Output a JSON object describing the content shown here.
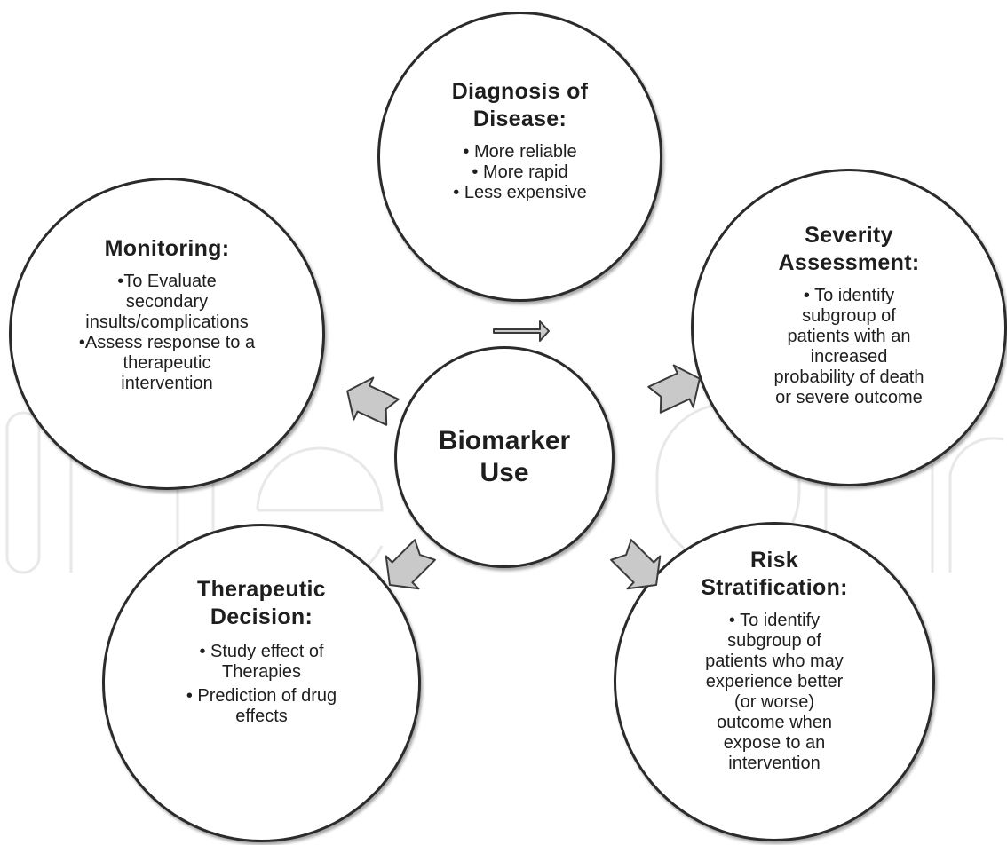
{
  "center": {
    "title_line1": "Biomarker",
    "title_line2": "Use"
  },
  "nodes": {
    "diagnosis": {
      "title_line1": "Diagnosis of",
      "title_line2": "Disease:",
      "items": [
        "• More reliable",
        "• More rapid",
        "• Less expensive"
      ]
    },
    "severity": {
      "title_line1": "Severity",
      "title_line2": "Assessment:",
      "items": [
        "• To identify",
        "subgroup of",
        "patients with an",
        "increased",
        "probability of death",
        "or severe outcome"
      ]
    },
    "risk": {
      "title_line1": "Risk",
      "title_line2": "Stratification:",
      "items": [
        "• To identify",
        "subgroup of",
        "patients who may",
        "experience better",
        "(or worse)",
        "outcome when",
        "expose to an",
        "intervention"
      ]
    },
    "therapeutic": {
      "title_line1": "Therapeutic",
      "title_line2": "Decision:",
      "items": [
        "• Study effect of",
        "Therapies",
        "• Prediction of drug",
        "effects"
      ]
    },
    "monitoring": {
      "title_line1": "Monitoring:",
      "items": [
        "•To Evaluate",
        "secondary",
        "insults/complications",
        "•Assess response to a",
        "therapeutic",
        "intervention"
      ]
    }
  },
  "colors": {
    "arrow_fill": "#c9c9c9",
    "arrow_stroke": "#3a3a3a",
    "circle_border": "#2b2b2b"
  }
}
